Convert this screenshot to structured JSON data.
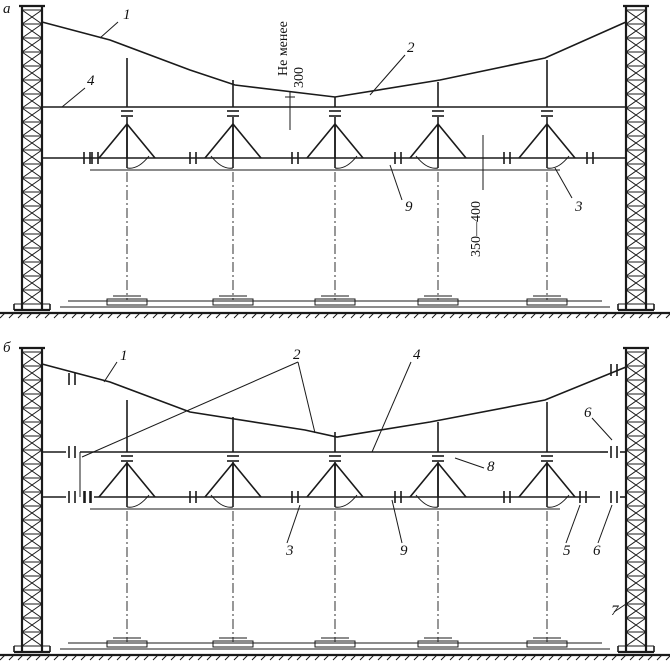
{
  "panels": [
    {
      "letter": "а",
      "callouts": [
        "1",
        "2",
        "4",
        "9",
        "3"
      ],
      "dim_top": [
        "Не менее",
        "300"
      ],
      "dim_side": "350—400"
    },
    {
      "letter": "б",
      "callouts": [
        "1",
        "2",
        "4",
        "8",
        "6",
        "3",
        "9",
        "5",
        "6",
        "7"
      ]
    }
  ]
}
